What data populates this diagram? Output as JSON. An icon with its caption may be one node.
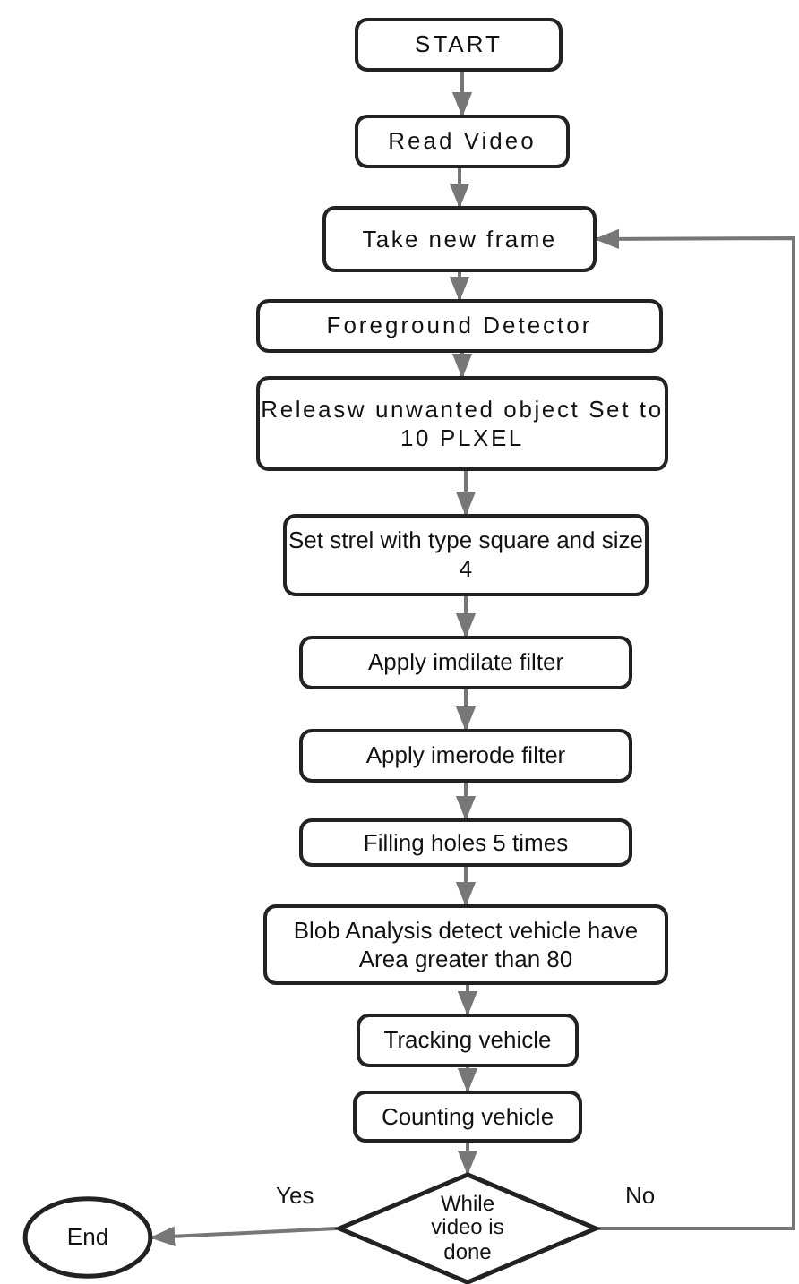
{
  "diagram": {
    "nodes": [
      {
        "text": [
          "START"
        ]
      },
      {
        "text": [
          "Read Video"
        ]
      },
      {
        "text": [
          "Take new frame"
        ]
      },
      {
        "text": [
          "Foreground Detector"
        ]
      },
      {
        "text": [
          "Releasw unwanted object Set to 10 PLXEL"
        ]
      },
      {
        "text": [
          "Set strel with type square and size 4"
        ]
      },
      {
        "text": [
          "Apply imdilate filter"
        ]
      },
      {
        "text": [
          "Apply imerode filter"
        ]
      },
      {
        "text": [
          "Filling holes 5 times"
        ]
      },
      {
        "text": [
          "Blob Analysis detect vehicle have Area greater than 80"
        ]
      },
      {
        "text": [
          "Tracking vehicle"
        ]
      },
      {
        "text": [
          "Counting vehicle"
        ]
      },
      {
        "text": [
          "While video is done"
        ]
      },
      {
        "text": [
          "End"
        ]
      }
    ],
    "edges": [
      {
        "from": 0,
        "to": 1,
        "arrow": "to"
      },
      {
        "from": 1,
        "to": 2,
        "arrow": "to"
      },
      {
        "from": 2,
        "to": 3,
        "arrow": "to"
      },
      {
        "from": 3,
        "to": 4,
        "arrow": "to"
      },
      {
        "from": 4,
        "to": 5,
        "arrow": "to"
      },
      {
        "from": 5,
        "to": 6,
        "arrow": "to"
      },
      {
        "from": 6,
        "to": 7,
        "arrow": "to"
      },
      {
        "from": 7,
        "to": 8,
        "arrow": "to"
      },
      {
        "from": 8,
        "to": 9,
        "arrow": "to"
      },
      {
        "from": 9,
        "to": 10,
        "arrow": "to"
      },
      {
        "from": 10,
        "to": 11,
        "arrow": "to"
      },
      {
        "from": 11,
        "to": 12,
        "arrow": "to"
      },
      {
        "from": 12,
        "to": 13,
        "label": "Yes",
        "arrow": "to"
      },
      {
        "from": 12,
        "to": 2,
        "label": "No",
        "arrow": "to"
      }
    ]
  }
}
